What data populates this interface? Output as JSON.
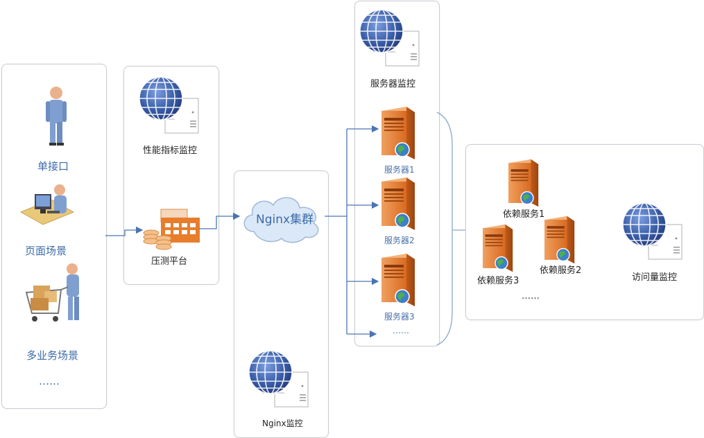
{
  "clients": {
    "single_api": "单接口",
    "page_scene": "页面场景",
    "multi_scene": "多业务场景",
    "more": "……"
  },
  "perf_monitor": "性能指标监控",
  "stress_platform": "压测平台",
  "nginx_cluster": "Nginx集群",
  "nginx_monitor": "Nginx监控",
  "server_monitor": "服务器监控",
  "servers": [
    "服务器1",
    "服务器2",
    "服务器3"
  ],
  "servers_more": "……",
  "deps": {
    "dep1": "依赖服务1",
    "dep2": "依赖服务2",
    "dep3": "依赖服务3",
    "more": "……",
    "visit_monitor": "访问量监控"
  },
  "colors": {
    "arrow": "#4a74b4",
    "server_orange": "#e07a2e",
    "globe_blue": "#3a5ea8",
    "cloud_fill": "#dbe8f7"
  }
}
